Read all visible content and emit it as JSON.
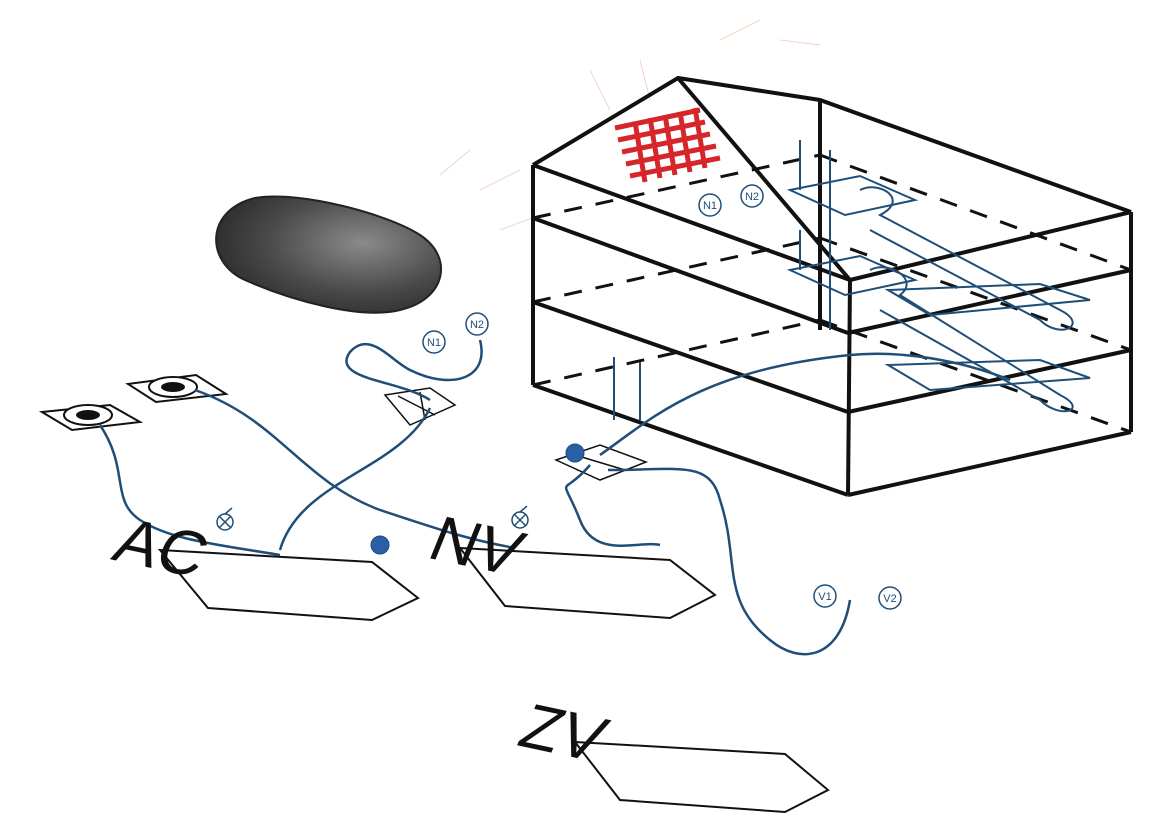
{
  "colors": {
    "ink": "#111111",
    "wire": "#1f4e79",
    "grid": "#d6262b",
    "pod": "#555555"
  },
  "labels": {
    "ac": "AC",
    "nv": "NV",
    "zv": "ZV"
  },
  "symbols": {
    "n1_top": "N1",
    "n2_top": "N2",
    "n1_mid": "N1",
    "n2_mid": "N2",
    "v1": "V1",
    "v2": "V2"
  }
}
